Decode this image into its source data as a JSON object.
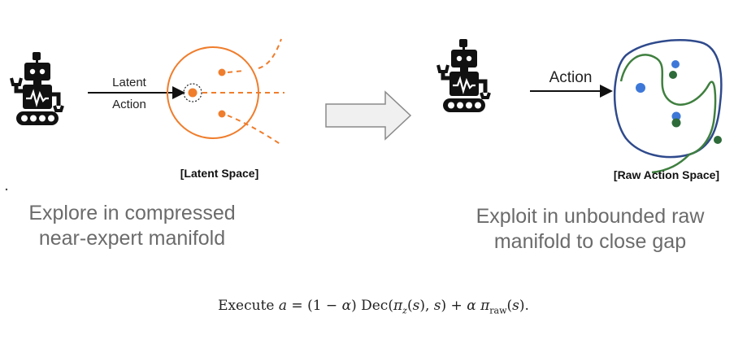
{
  "colors": {
    "robot": "#111111",
    "latent_circle": "#ef7d2c",
    "dashes": "#ef7d2c",
    "arrow_fill": "#f0f0f0",
    "arrow_stroke": "#8a8a8a",
    "blue_region": "#2f4a8c",
    "green_region": "#3f7f3f",
    "blue_dot": "#3d78d8",
    "green_dot": "#2e6b3a",
    "caption_text": "#6b6b6b"
  },
  "left_panel": {
    "arrow_label_line1": "Latent",
    "arrow_label_line2": "Action",
    "space_label": "[Latent Space]",
    "caption_line1": "Explore in compressed",
    "caption_line2": "near-expert manifold"
  },
  "right_panel": {
    "arrow_label": "Action",
    "space_label": "[Raw Action Space]",
    "caption_line1": "Exploit in unbounded raw",
    "caption_line2": "manifold to close gap"
  },
  "formula": {
    "word": "Execute",
    "var_a": "a",
    "eq": " = (1 − ",
    "alpha1": "α",
    "dec": ") Dec(",
    "pi1": "π",
    "sub_z": "z",
    "s1_open": "(",
    "s1": "s",
    "s1_close": "), ",
    "s2": "s",
    "close_dec": ") + ",
    "alpha2": "α",
    "space": " ",
    "pi2": "π",
    "sub_raw": "raw",
    "s3_open": "(",
    "s3": "s",
    "end": ")."
  }
}
